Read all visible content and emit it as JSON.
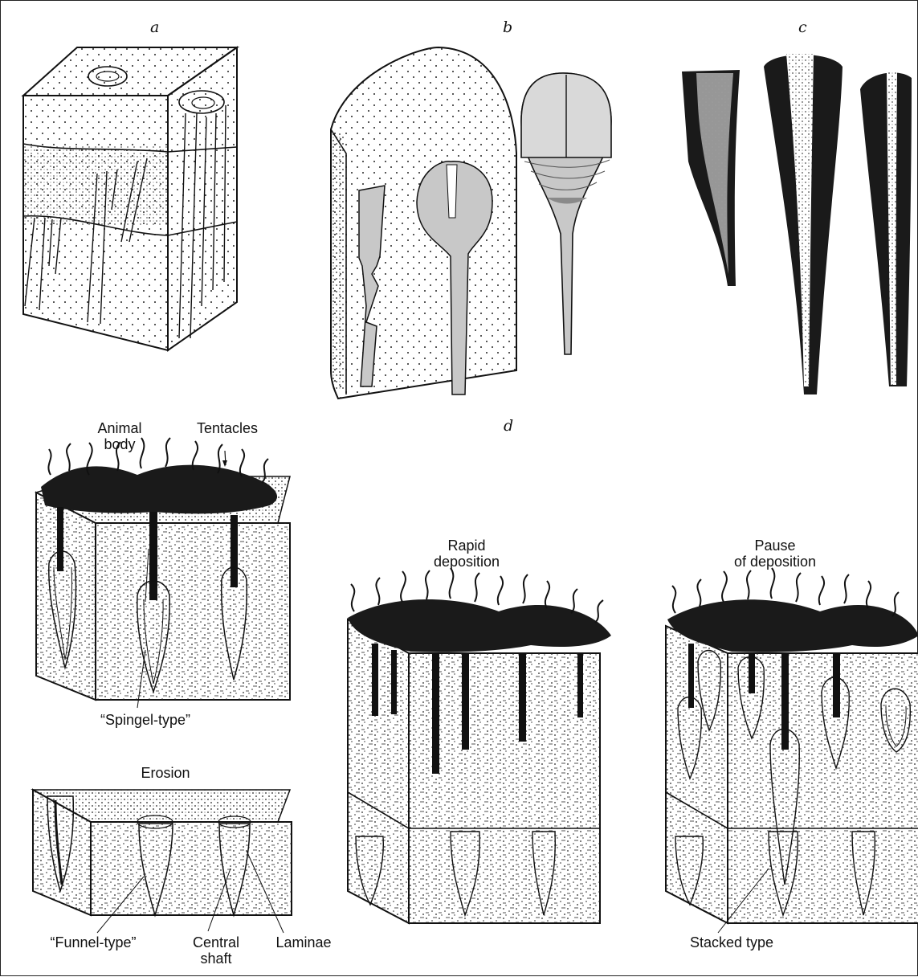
{
  "panels": {
    "a": "a",
    "b": "b",
    "c": "c",
    "d": "d"
  },
  "labels": {
    "animal_body_line1": "Animal",
    "animal_body_line2": "body",
    "tentacles": "Tentacles",
    "spingel_type": "“Spingel-type”",
    "erosion": "Erosion",
    "funnel_type": "“Funnel-type”",
    "central_shaft_line1": "Central",
    "central_shaft_line2": "shaft",
    "laminae": "Laminae",
    "rapid_line1": "Rapid",
    "rapid_line2": "deposition",
    "pause_line1": "Pause",
    "pause_line2": "of deposition",
    "stacked_type": "Stacked type"
  },
  "colors": {
    "ink": "#111111",
    "gray_fill": "#c8c8c8",
    "dark_gray": "#8a8a8a",
    "black_fill": "#1a1a1a"
  }
}
